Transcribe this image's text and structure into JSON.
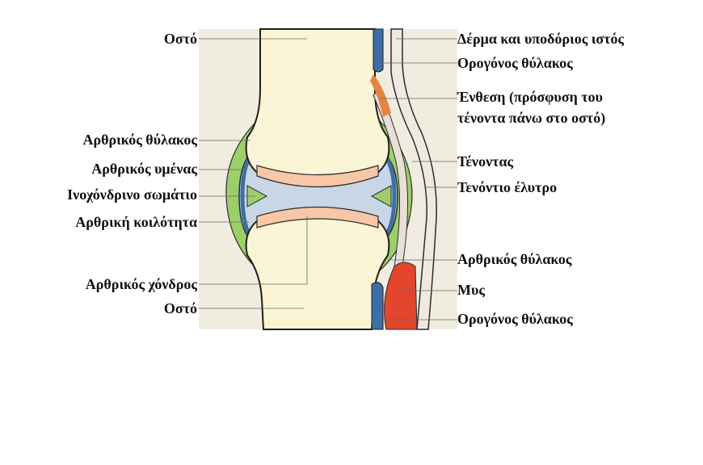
{
  "labels_left": [
    {
      "id": "bone-top",
      "text": "Οστό"
    },
    {
      "id": "joint-capsule",
      "text": "Αρθρικός θύλακος"
    },
    {
      "id": "synovial-membrane",
      "text": "Αρθρικός υμένας"
    },
    {
      "id": "fibrocartilage",
      "text": "Ινοχόνδρινο σωμάτιο"
    },
    {
      "id": "joint-cavity",
      "text": "Αρθρική κοιλότητα"
    },
    {
      "id": "articular-cartilage",
      "text": "Αρθρικός χόνδρος"
    },
    {
      "id": "bone-bottom",
      "text": "Οστό"
    }
  ],
  "labels_right": [
    {
      "id": "skin",
      "text": "Δέρμα και υποδόριος ιστός"
    },
    {
      "id": "bursa-top",
      "text": "Ορογόνος θύλακος"
    },
    {
      "id": "enthesis-line1",
      "text": "Ένθεση (πρόσφυση του"
    },
    {
      "id": "enthesis-line2",
      "text": "τένοντα πάνω στο οστό)"
    },
    {
      "id": "tendon",
      "text": "Τένοντας"
    },
    {
      "id": "tendon-sheath",
      "text": "Τενόντιο έλυτρο"
    },
    {
      "id": "joint-capsule-right",
      "text": "Αρθρικός θύλακος"
    },
    {
      "id": "muscle",
      "text": "Μυς"
    },
    {
      "id": "bursa-bottom",
      "text": "Ορογόνος θύλακος"
    }
  ],
  "colors": {
    "background_panel": "#f0ede0",
    "bone": "#fbf5d5",
    "cartilage": "#f7c7a8",
    "synovial": "#c8d6e6",
    "capsule": "#9ccf6a",
    "bursa": "#3d6fa6",
    "muscle": "#e3462d",
    "tendon": "#f1e8e2"
  }
}
